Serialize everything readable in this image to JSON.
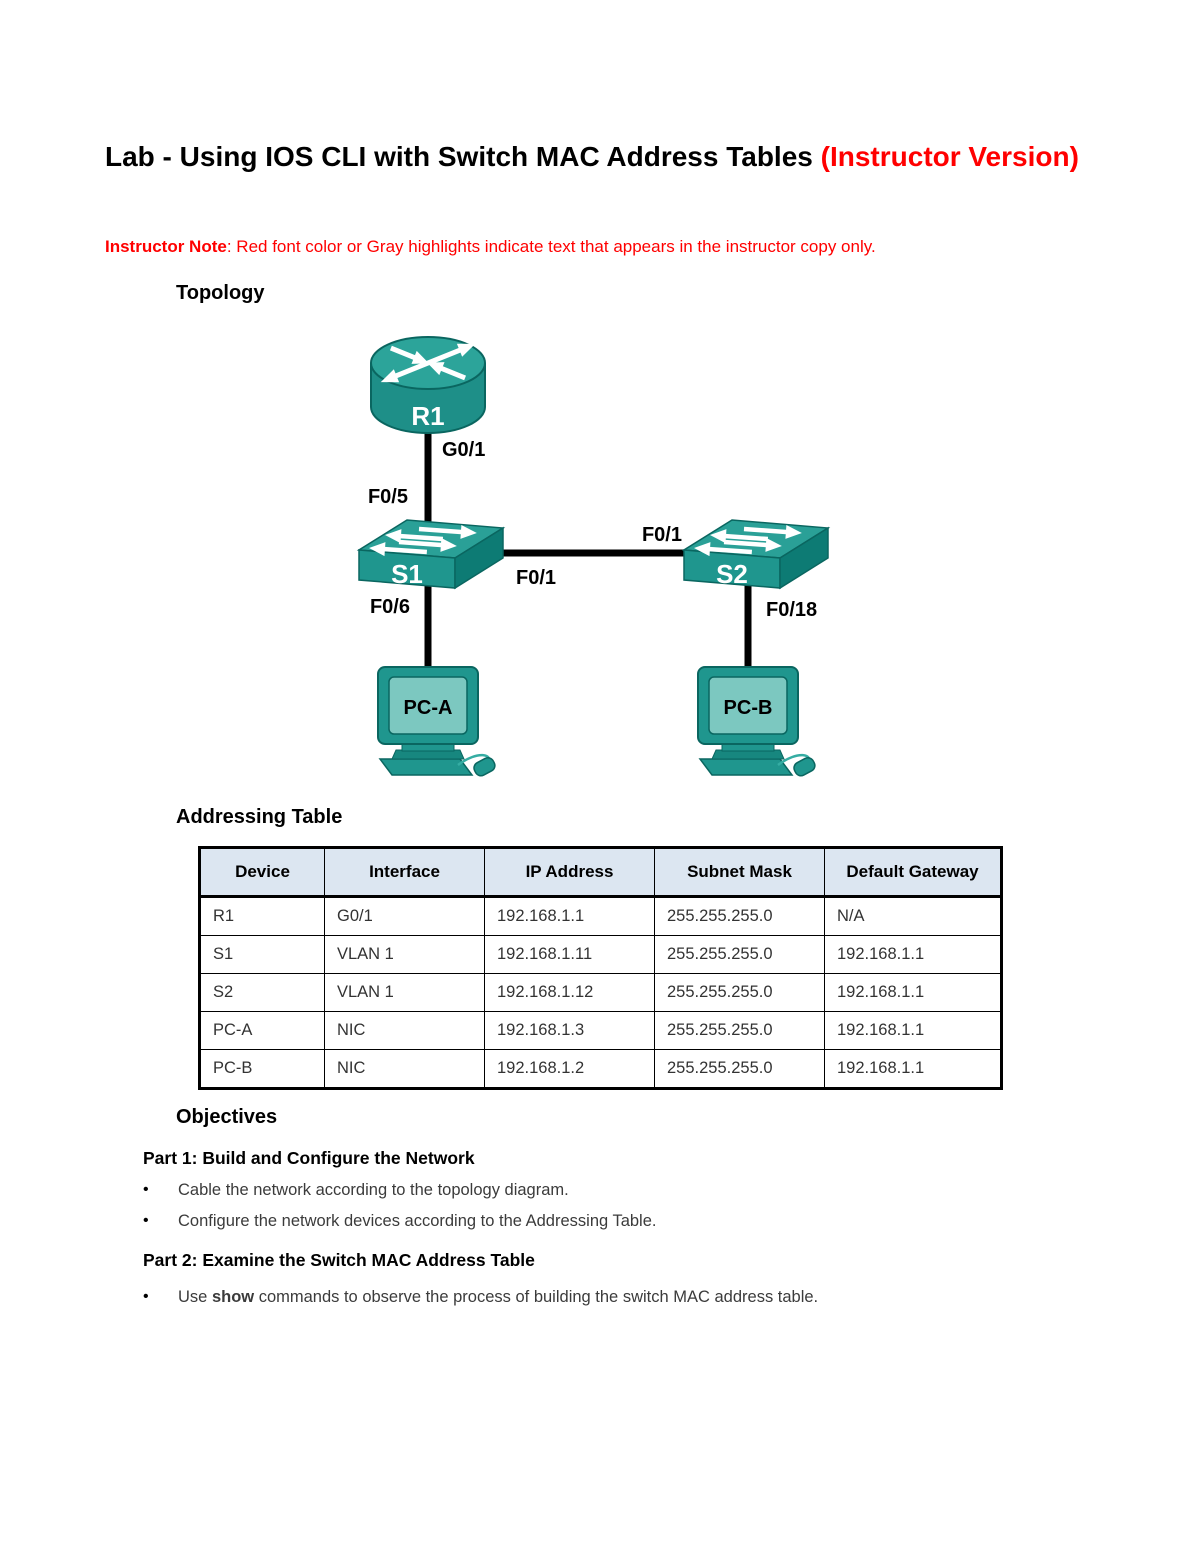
{
  "page": {
    "title_black": "Lab - Using IOS CLI with Switch MAC Address Tables ",
    "title_red": "(Instructor Version)",
    "note_label": "Instructor Note",
    "note_text": ": Red font color or Gray highlights indicate text that appears in the instructor copy only."
  },
  "colors": {
    "device_teal": "#1f968e",
    "note_red": "#ff0000",
    "table_header_bg": "#dce6f1"
  },
  "topology": {
    "heading": "Topology",
    "devices": {
      "router": "R1",
      "switch1": "S1",
      "switch2": "S2",
      "pc_a": "PC-A",
      "pc_b": "PC-B"
    },
    "links": {
      "r1_g01": "G0/1",
      "s1_f05": "F0/5",
      "s1_f01": "F0/1",
      "s2_f01": "F0/1",
      "s1_f06": "F0/6",
      "s2_f018": "F0/18"
    }
  },
  "addressing_table": {
    "heading": "Addressing Table",
    "columns": [
      "Device",
      "Interface",
      "IP Address",
      "Subnet Mask",
      "Default Gateway"
    ],
    "rows": [
      {
        "device": "R1",
        "interface": "G0/1",
        "ip": "192.168.1.1",
        "mask": "255.255.255.0",
        "gateway": "N/A"
      },
      {
        "device": "S1",
        "interface": "VLAN 1",
        "ip": "192.168.1.11",
        "mask": "255.255.255.0",
        "gateway": "192.168.1.1"
      },
      {
        "device": "S2",
        "interface": "VLAN 1",
        "ip": "192.168.1.12",
        "mask": "255.255.255.0",
        "gateway": "192.168.1.1"
      },
      {
        "device": "PC-A",
        "interface": "NIC",
        "ip": "192.168.1.3",
        "mask": "255.255.255.0",
        "gateway": "192.168.1.1"
      },
      {
        "device": "PC-B",
        "interface": "NIC",
        "ip": "192.168.1.2",
        "mask": "255.255.255.0",
        "gateway": "192.168.1.1"
      }
    ]
  },
  "objectives": {
    "heading": "Objectives",
    "part1": {
      "heading": "Part 1: Build and Configure the Network",
      "bullets": [
        "Cable the network according to the topology diagram.",
        "Configure the network devices according to the Addressing Table."
      ]
    },
    "part2": {
      "heading": "Part 2: Examine the Switch MAC Address Table",
      "bullet_prefix": "Use ",
      "bullet_bold": "show",
      "bullet_suffix": " commands to observe the process of building the switch MAC address table."
    }
  }
}
